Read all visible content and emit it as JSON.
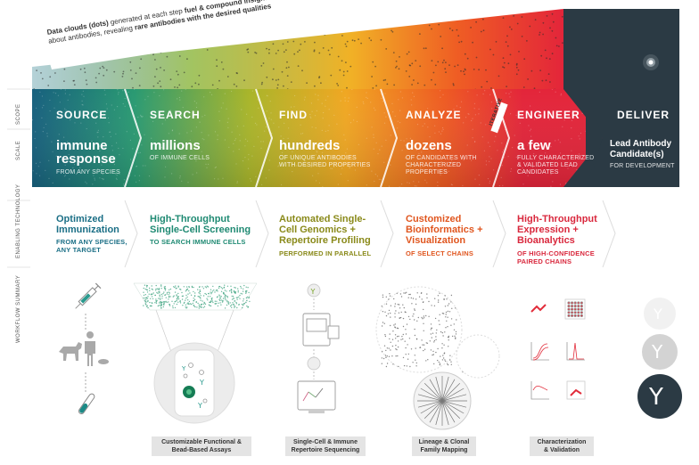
{
  "banner": {
    "line1_prefix": "Data clouds (dots)",
    "line1_rest": " generated at each step ",
    "line1_bold": "fuel & compound insights",
    "line2_prefix": "about antibodies, revealing ",
    "line2_bold": "rare antibodies with the desired qualities"
  },
  "row_labels": {
    "scope": "SCOPE",
    "scale": "SCALE",
    "enabling": "ENABLING TECHNOLOGY",
    "workflow": "WORKFLOW SUMMARY"
  },
  "iterative_label": "ITERATIVE",
  "stages": [
    {
      "title": "SOURCE",
      "scale_big": "immune\nresponse",
      "scale_sub": "FROM ANY SPECIES",
      "tech_main": "Optimized\nImmunization",
      "tech_sub": "FROM ANY SPECIES,\nANY TARGET",
      "tech_color": "#1b6f86",
      "caption": ""
    },
    {
      "title": "SEARCH",
      "scale_big": "millions",
      "scale_sub": "OF IMMUNE CELLS",
      "tech_main": "High-Throughput\nSingle-Cell Screening",
      "tech_sub": "TO SEARCH IMMUNE CELLS",
      "tech_color": "#1f8a73",
      "caption": "Customizable Functional &\nBead-Based Assays"
    },
    {
      "title": "FIND",
      "scale_big": "hundreds",
      "scale_sub": "OF UNIQUE ANTIBODIES\nWITH DESIRED PROPERTIES",
      "tech_main": "Automated Single-\nCell Genomics +\nRepertoire Profiling",
      "tech_sub": "PERFORMED IN PARALLEL",
      "tech_color": "#8a8a1a",
      "caption": "Single-Cell & Immune\nRepertoire Sequencing"
    },
    {
      "title": "ANALYZE",
      "scale_big": "dozens",
      "scale_sub": "OF CANDIDATES WITH\nCHARACTERIZED\nPROPERTIES",
      "tech_main": "Customized\nBioinformatics +\nVisualization",
      "tech_sub": "OF SELECT CHAINS",
      "tech_color": "#e0561f",
      "caption": "Lineage & Clonal\nFamily Mapping"
    },
    {
      "title": "ENGINEER",
      "scale_big": "a few",
      "scale_sub": "FULLY CHARACTERIZED\n& VALIDATED LEAD\nCANDIDATES",
      "tech_main": "High-Throughput\nExpression +\nBioanalytics",
      "tech_sub": "OF HIGH-CONFIDENCE\nPAIRED CHAINS",
      "tech_color": "#d9283d",
      "caption": "Characterization\n& Validation"
    },
    {
      "title": "DELIVER",
      "scale_big": "Lead Antibody\nCandidate(s)",
      "scale_sub": "FOR DEVELOPMENT",
      "tech_main": "",
      "tech_sub": "",
      "tech_color": "#2b3a44",
      "caption": ""
    }
  ],
  "colors": {
    "teal": "#1c6e86",
    "green": "#2a9a6e",
    "yellow": "#c8b21e",
    "orange": "#f08a1c",
    "red": "#e22c3a",
    "dark": "#2b3a44"
  }
}
